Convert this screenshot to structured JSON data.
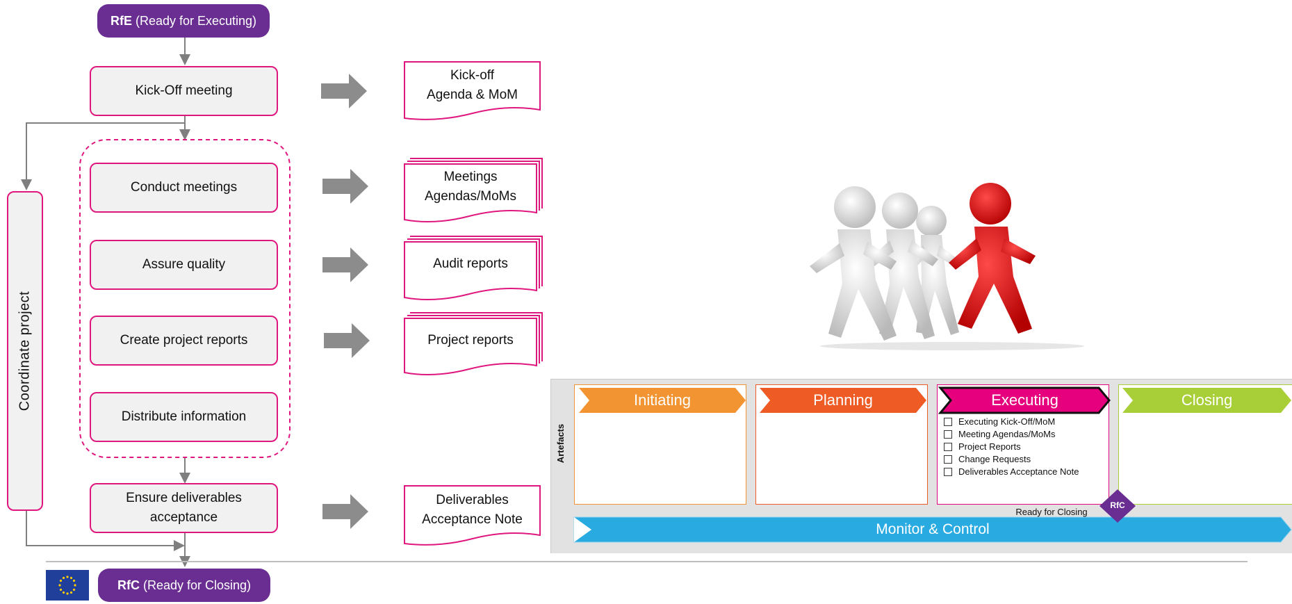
{
  "flow": {
    "rfe_abbr": "RfE",
    "rfe_full": "(Ready for Executing)",
    "kickoff": "Kick-Off meeting",
    "conduct": "Conduct meetings",
    "assure": "Assure quality",
    "create_reports": "Create project reports",
    "distribute": "Distribute information",
    "ensure": "Ensure deliverables acceptance",
    "coordinate": "Coordinate project",
    "rfc_abbr": "RfC",
    "rfc_full": "(Ready for Closing)"
  },
  "artifacts": {
    "kickoff_doc_line1": "Kick-off",
    "kickoff_doc_line2": "Agenda & MoM",
    "meetings_doc_line1": "Meetings",
    "meetings_doc_line2": "Agendas/MoMs",
    "audit": "Audit reports",
    "project_reports": "Project reports",
    "deliverables_line1": "Deliverables",
    "deliverables_line2": "Acceptance Note"
  },
  "lifecycle": {
    "artefacts_label": "Artefacts",
    "phases": [
      "Initiating",
      "Planning",
      "Executing",
      "Closing"
    ],
    "executing_items": [
      "Executing Kick-Off/MoM",
      "Meeting Agendas/MoMs",
      "Project Reports",
      "Change Requests",
      "Deliverables Acceptance Note"
    ],
    "rfc_badge": "RfC",
    "ready_for_closing": "Ready for Closing",
    "monitor": "Monitor & Control"
  },
  "colors": {
    "pill": "#6a2d91",
    "step_border": "#e0167f",
    "initiating": "#f39433",
    "planning": "#ef5b24",
    "executing": "#e6007e",
    "closing": "#a9cf38",
    "monitor": "#29abe2",
    "arrow_gray": "#8c8c8c"
  }
}
